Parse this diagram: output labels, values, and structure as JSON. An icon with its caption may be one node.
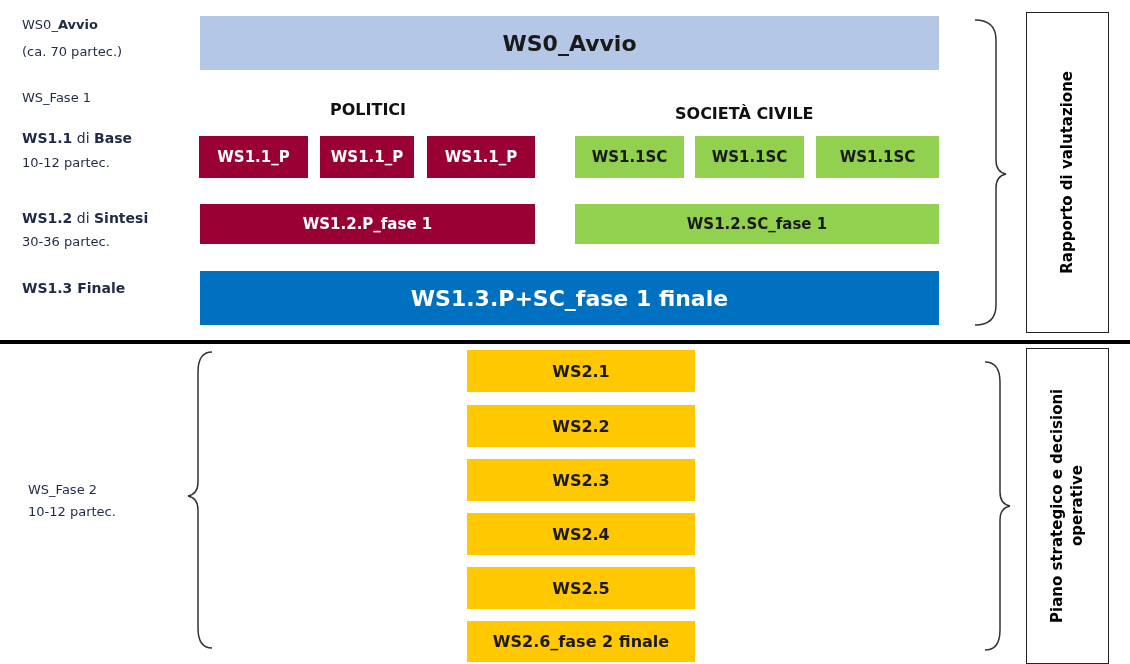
{
  "diagram": {
    "nodes": [
      {
        "text": [
          "WS0_Avvio"
        ]
      },
      {
        "text": [
          "WS1.1_P"
        ]
      },
      {
        "text": [
          "WS1.1_P"
        ]
      },
      {
        "text": [
          "WS1.1_P"
        ]
      },
      {
        "text": [
          "WS1.1SC"
        ]
      },
      {
        "text": [
          "WS1.1SC"
        ]
      },
      {
        "text": [
          "WS1.1SC"
        ]
      },
      {
        "text": [
          "WS1.2.P_fase 1"
        ]
      },
      {
        "text": [
          "WS1.2.SC_fase 1"
        ]
      },
      {
        "text": [
          "WS1.3.P+SC_fase 1 finale"
        ]
      },
      {
        "text": [
          "Rapporto di valutazione"
        ]
      },
      {
        "text": [
          "WS2.1"
        ]
      },
      {
        "text": [
          "WS2.2"
        ]
      },
      {
        "text": [
          "WS2.3"
        ]
      },
      {
        "text": [
          "WS2.4"
        ]
      },
      {
        "text": [
          "WS2.5"
        ]
      },
      {
        "text": [
          "WS2.6_fase 2 finale"
        ]
      },
      {
        "text": [
          "Piano strategico e decisioni operative"
        ]
      }
    ],
    "edges": [],
    "labels": [
      "WS0_**Avvio**",
      "(ca. 70 partec.)",
      "WS_Fase 1",
      "POLITICI",
      "SOCIETÀ CIVILE",
      "**WS1.1** di **Base**",
      "10-12 partec.",
      "**WS1.2** di **Sintesi**",
      "30-36 partec.",
      "WS1.3 Finale",
      "WS_Fase 2",
      "10-12 partec."
    ]
  }
}
